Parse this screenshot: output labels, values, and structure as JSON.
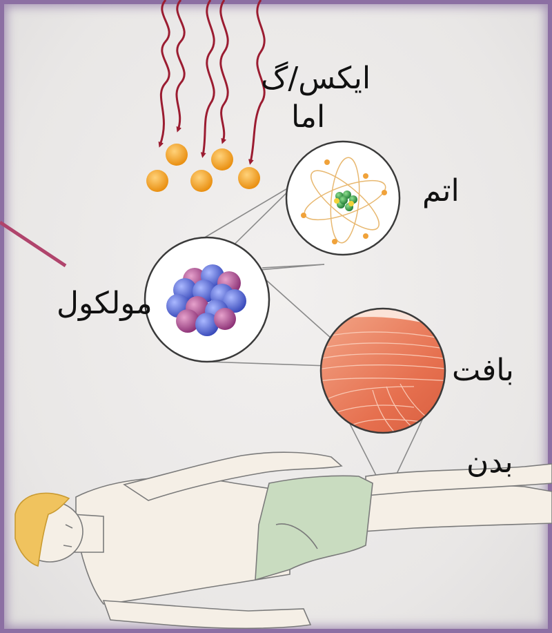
{
  "labels": {
    "xray_line1": "ایکس/گ",
    "xray_line2": "اما",
    "atom": "اتم",
    "molecule": "مولکول",
    "tissue": "بافت",
    "body": "بدن"
  },
  "colors": {
    "frame": "#8c6fa3",
    "wave_arrow": "#9b1c31",
    "particle": "#f4a52a",
    "muscle": "#e8765a",
    "shorts": "#c9dcc0",
    "pointer": "#b0446c"
  }
}
